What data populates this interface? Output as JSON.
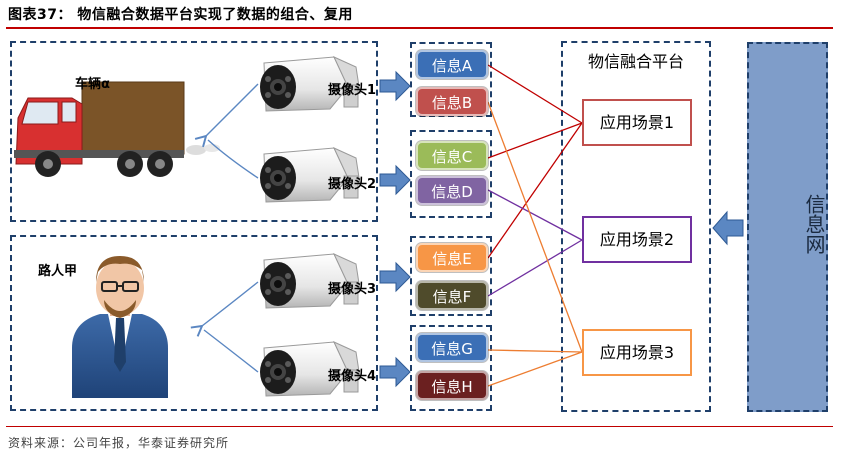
{
  "title": "图表37：  物信融合数据平台实现了数据的组合、复用",
  "source": "资料来源：公司年报，华泰证券研究所",
  "vehicle_label": "车辆α",
  "person_label": "路人甲",
  "cameras": [
    {
      "label": "摄像头1"
    },
    {
      "label": "摄像头2"
    },
    {
      "label": "摄像头3"
    },
    {
      "label": "摄像头4"
    }
  ],
  "info_items": [
    {
      "label": "信息A",
      "color": "#3b6fb6"
    },
    {
      "label": "信息B",
      "color": "#c0504d"
    },
    {
      "label": "信息C",
      "color": "#9bbb59"
    },
    {
      "label": "信息D",
      "color": "#8064a2"
    },
    {
      "label": "信息E",
      "color": "#f79646"
    },
    {
      "label": "信息F",
      "color": "#4f4b2b"
    },
    {
      "label": "信息G",
      "color": "#3b6fb6"
    },
    {
      "label": "信息H",
      "color": "#6b2020"
    }
  ],
  "platform_title": "物信融合平台",
  "scenes": [
    {
      "label": "应用场景1",
      "color": "#c0504d"
    },
    {
      "label": "应用场景2",
      "color": "#7030a0"
    },
    {
      "label": "应用场景3",
      "color": "#f79646"
    }
  ],
  "info_network_label": "信息网"
}
